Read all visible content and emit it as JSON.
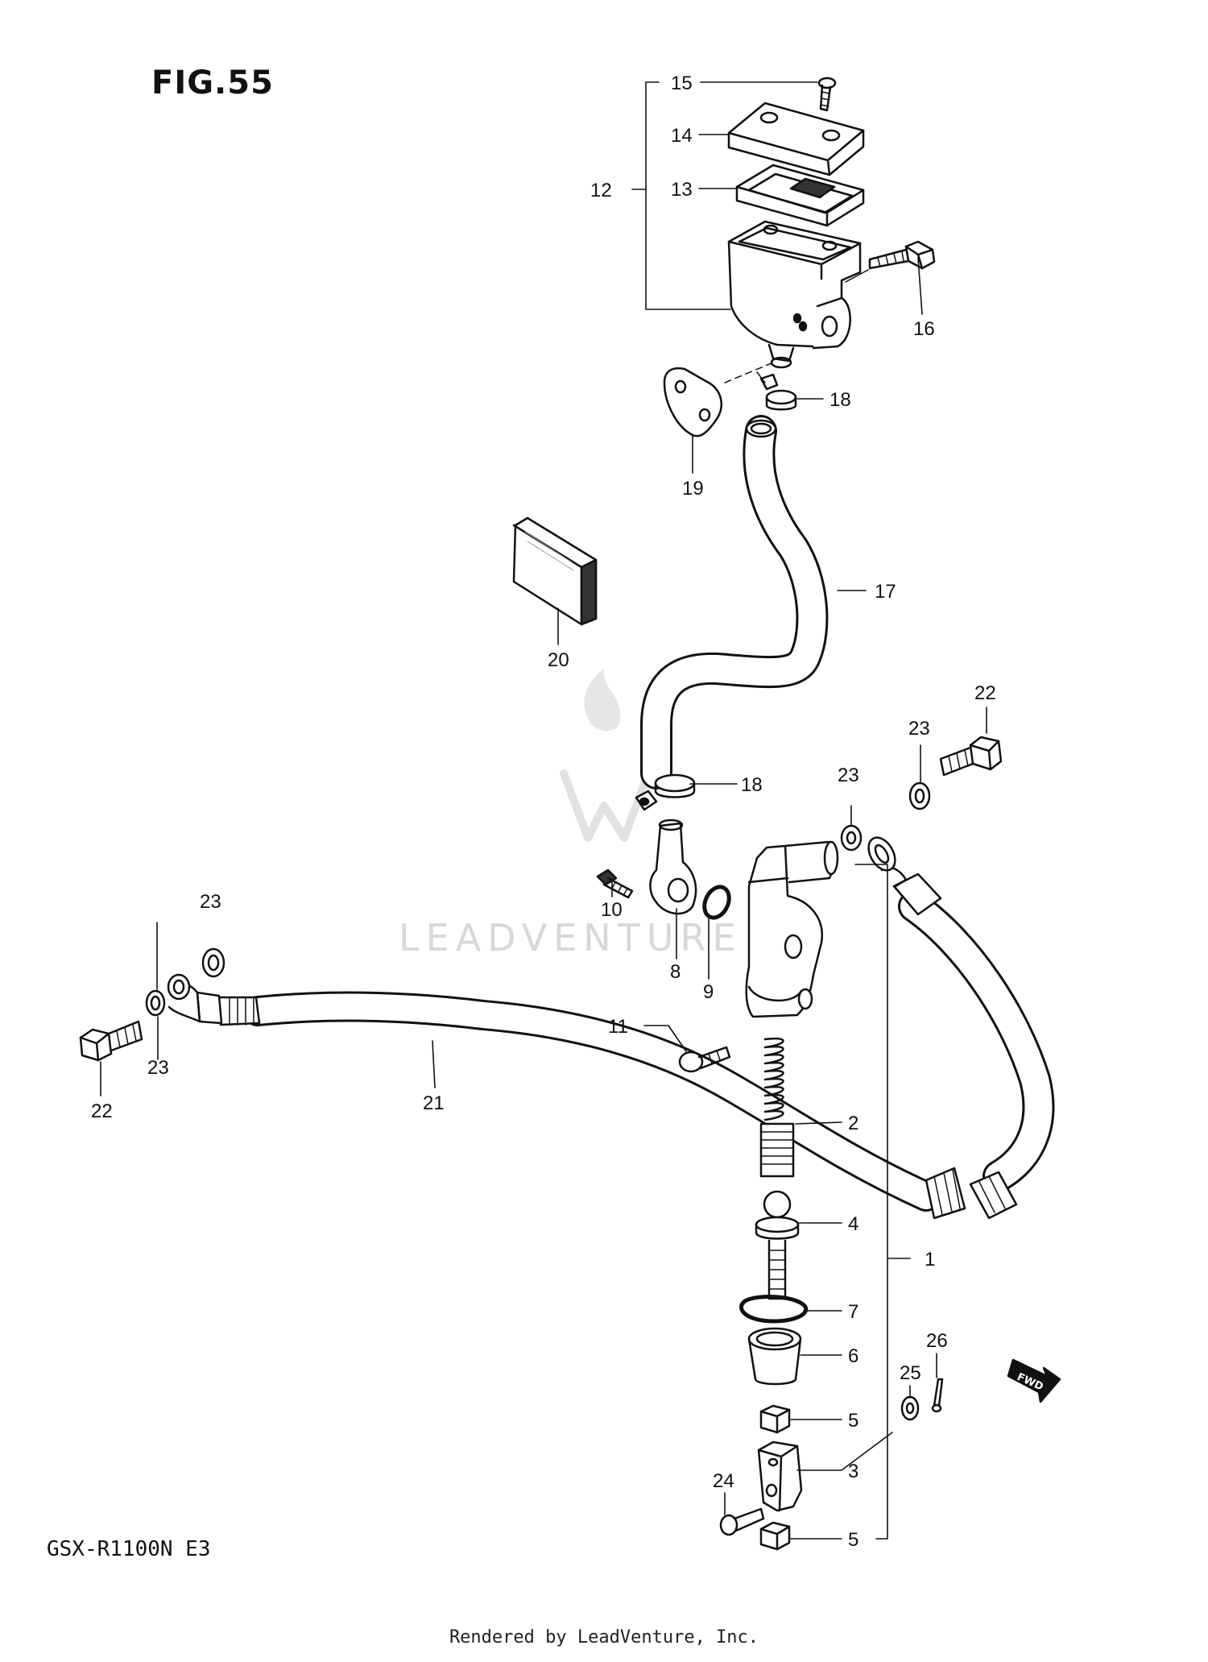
{
  "figure": {
    "title": "FIG.55",
    "model": "GSX-R1100N E3",
    "footer": "Rendered by LeadVenture, Inc.",
    "watermark": "LEADVENTURE",
    "fwd_badge": "FWD"
  },
  "callouts": [
    {
      "num": "1",
      "part": "clutch-master-cylinder-assembly"
    },
    {
      "num": "2",
      "part": "spring"
    },
    {
      "num": "3",
      "part": "joint"
    },
    {
      "num": "4",
      "part": "piston-rod"
    },
    {
      "num": "5",
      "part": "nut"
    },
    {
      "num": "5",
      "part": "nut"
    },
    {
      "num": "6",
      "part": "boot"
    },
    {
      "num": "7",
      "part": "snap-ring"
    },
    {
      "num": "8",
      "part": "connector"
    },
    {
      "num": "9",
      "part": "o-ring"
    },
    {
      "num": "10",
      "part": "screw"
    },
    {
      "num": "11",
      "part": "bolt"
    },
    {
      "num": "12",
      "part": "reservoir-assembly"
    },
    {
      "num": "13",
      "part": "diaphragm"
    },
    {
      "num": "14",
      "part": "cap"
    },
    {
      "num": "15",
      "part": "screw"
    },
    {
      "num": "16",
      "part": "bolt"
    },
    {
      "num": "17",
      "part": "hose"
    },
    {
      "num": "18",
      "part": "clamp"
    },
    {
      "num": "18",
      "part": "clamp"
    },
    {
      "num": "19",
      "part": "bracket-plate"
    },
    {
      "num": "20",
      "part": "label"
    },
    {
      "num": "21",
      "part": "brake-hose"
    },
    {
      "num": "22",
      "part": "union-bolt"
    },
    {
      "num": "22",
      "part": "union-bolt"
    },
    {
      "num": "23",
      "part": "gasket"
    },
    {
      "num": "23",
      "part": "gasket"
    },
    {
      "num": "23",
      "part": "gasket"
    },
    {
      "num": "23",
      "part": "gasket"
    },
    {
      "num": "24",
      "part": "pin"
    },
    {
      "num": "25",
      "part": "washer"
    },
    {
      "num": "26",
      "part": "cotter-pin"
    }
  ]
}
